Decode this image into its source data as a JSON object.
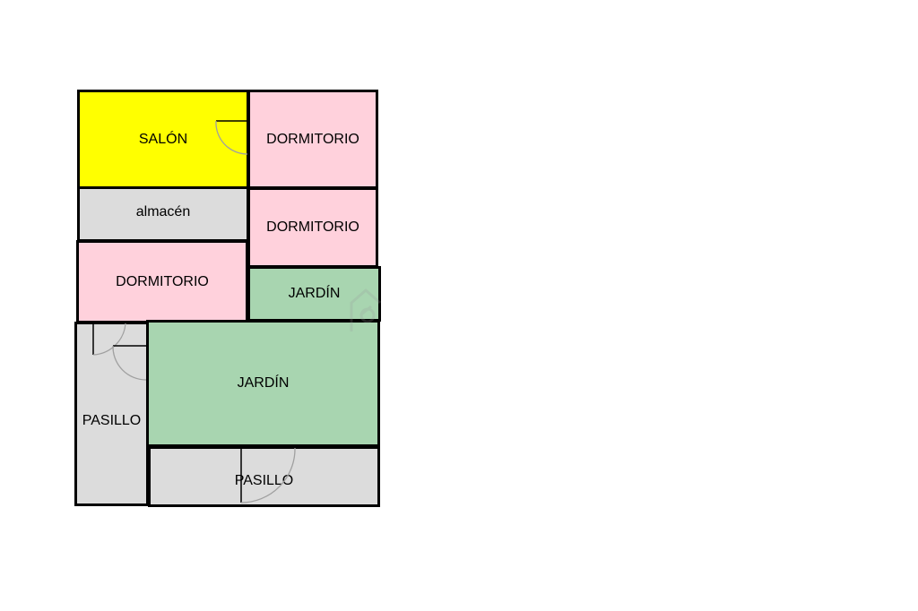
{
  "floor_plan": {
    "colors": {
      "salon": "#ffff00",
      "dormitorio": "#ffd1dc",
      "almacen": "#dcdcdc",
      "jardin": "#a8d5b0",
      "pasillo": "#dcdcdc",
      "wall": "#000000",
      "door": "#a0a0a0"
    },
    "rooms": [
      {
        "id": "salon",
        "label": "SALÓN",
        "type": "salon"
      },
      {
        "id": "dorm1",
        "label": "DORMITORIO",
        "type": "dormitorio"
      },
      {
        "id": "almacen",
        "label": "almacén",
        "type": "almacen"
      },
      {
        "id": "dorm2",
        "label": "DORMITORIO",
        "type": "dormitorio"
      },
      {
        "id": "dorm3",
        "label": "DORMITORIO",
        "type": "dormitorio"
      },
      {
        "id": "jardin1",
        "label": "JARDÍN",
        "type": "jardin"
      },
      {
        "id": "pasillo1",
        "label": "PASILLO",
        "type": "pasillo"
      },
      {
        "id": "jardin2",
        "label": "JARDÍN",
        "type": "jardin"
      },
      {
        "id": "pasillo2",
        "label": "PASILLO",
        "type": "pasillo"
      }
    ]
  }
}
